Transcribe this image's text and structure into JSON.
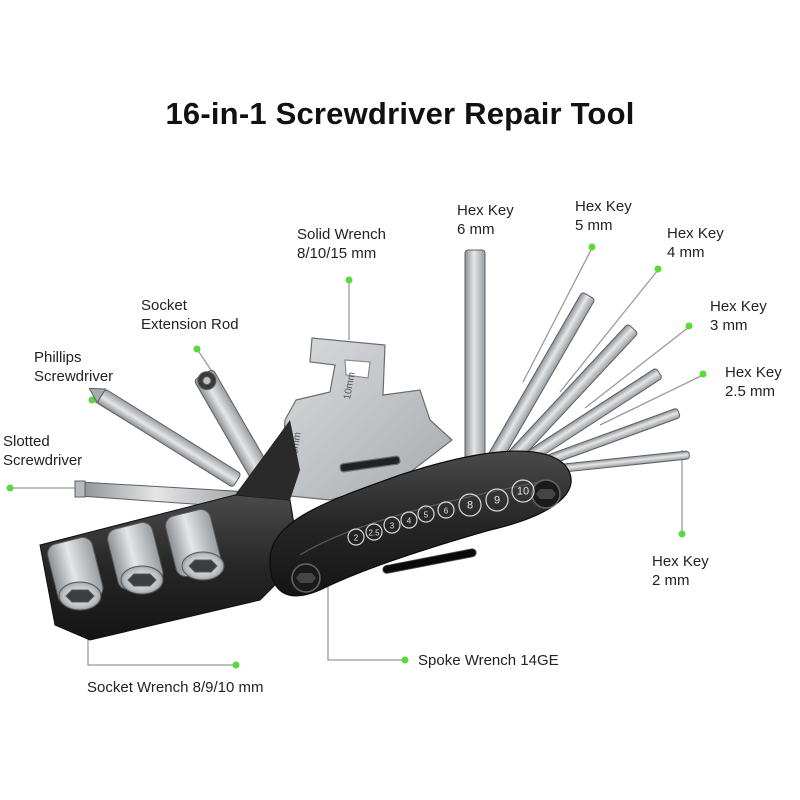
{
  "title": "16-in-1 Screwdriver Repair Tool",
  "colors": {
    "accent": "#5ad83c",
    "leader": "#9a9a9a",
    "body": "#2b2b2b",
    "steel": "#c9cbcd"
  },
  "labels": {
    "solid_wrench": [
      "Solid Wrench",
      "8/10/15 mm"
    ],
    "hex6": [
      "Hex Key",
      "6 mm"
    ],
    "hex5": [
      "Hex Key",
      "5 mm"
    ],
    "hex4": [
      "Hex Key",
      "4 mm"
    ],
    "hex3": [
      "Hex Key",
      "3 mm"
    ],
    "hex25": [
      "Hex Key",
      "2.5 mm"
    ],
    "hex2": [
      "Hex Key",
      "2 mm"
    ],
    "socket_rod": [
      "Socket",
      "Extension Rod"
    ],
    "phillips": [
      "Phillips",
      "Screwdriver"
    ],
    "slotted": [
      "Slotted",
      "Screwdriver"
    ],
    "spoke": "Spoke Wrench 14GE",
    "socket_wrench": "Socket Wrench 8/9/10 mm"
  },
  "tool_markings": {
    "wrench_left": "15mm",
    "wrench_right": "10mm",
    "dial_numbers": [
      "2",
      "2.5",
      "3",
      "4",
      "5",
      "6",
      "8",
      "9",
      "10"
    ]
  }
}
